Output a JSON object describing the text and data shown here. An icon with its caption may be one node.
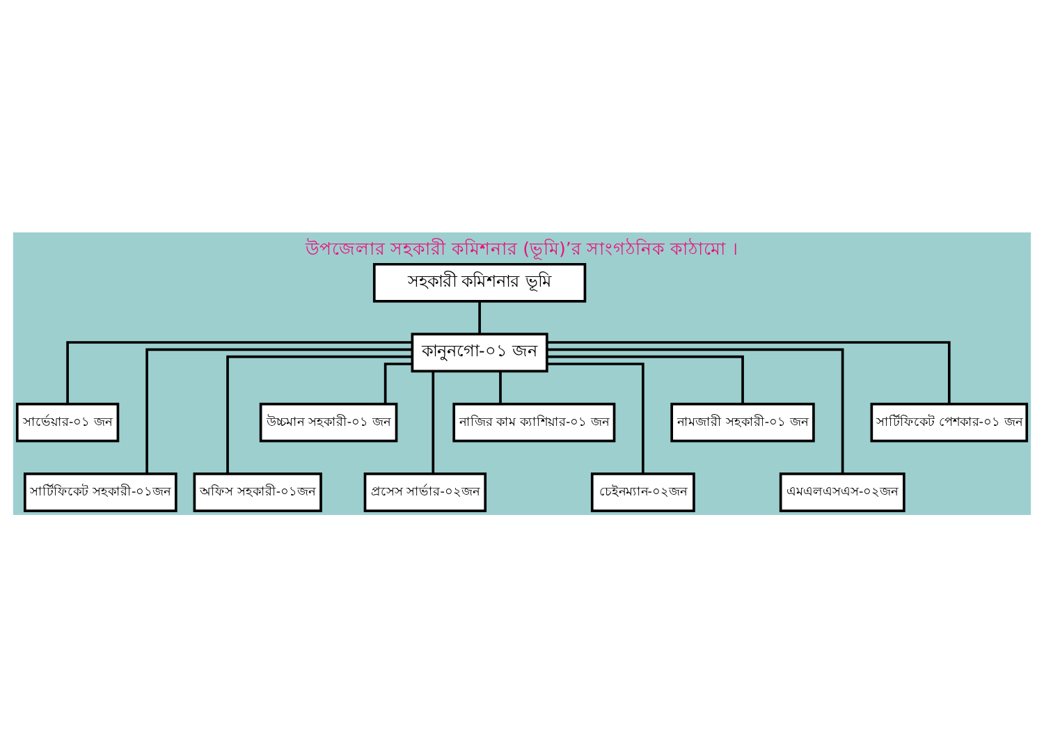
{
  "diagram": {
    "title": "উপজেলার সহকারী কমিশনার (ভূমি)’র সাংগঠনিক কাঠামো ।",
    "nodes": [
      {
        "text": [
          "সহকারী কমিশনার ভূমি"
        ]
      },
      {
        "text": [
          "কানুনগো-০১ জন"
        ]
      },
      {
        "text": [
          "সার্ভেয়ার-০১ জন"
        ]
      },
      {
        "text": [
          "উচ্চমান সহকারী-০১ জন"
        ]
      },
      {
        "text": [
          "নাজির কাম ক্যাশিয়ার-০১ জন"
        ]
      },
      {
        "text": [
          "নামজারী সহকারী-০১ জন"
        ]
      },
      {
        "text": [
          "সার্টিফিকেট পেশকার-০১ জন"
        ]
      },
      {
        "text": [
          "সার্টিফিকেট সহকারী-০১জন"
        ]
      },
      {
        "text": [
          "অফিস সহকারী-০১জন"
        ]
      },
      {
        "text": [
          "প্রসেস সার্ভার-০২জন"
        ]
      },
      {
        "text": [
          "চেইনম্যান-০২জন"
        ]
      },
      {
        "text": [
          "এমএলএসএস-০২জন"
        ]
      }
    ],
    "edges": [
      {
        "from": 0,
        "to": 1,
        "arrow": "none"
      },
      {
        "from": 1,
        "to": 2,
        "arrow": "none"
      },
      {
        "from": 1,
        "to": 7,
        "arrow": "none"
      },
      {
        "from": 1,
        "to": 8,
        "arrow": "none"
      },
      {
        "from": 1,
        "to": 3,
        "arrow": "none"
      },
      {
        "from": 1,
        "to": 9,
        "arrow": "none"
      },
      {
        "from": 1,
        "to": 4,
        "arrow": "none"
      },
      {
        "from": 1,
        "to": 10,
        "arrow": "none"
      },
      {
        "from": 1,
        "to": 5,
        "arrow": "none"
      },
      {
        "from": 1,
        "to": 11,
        "arrow": "none"
      },
      {
        "from": 1,
        "to": 6,
        "arrow": "none"
      }
    ]
  }
}
